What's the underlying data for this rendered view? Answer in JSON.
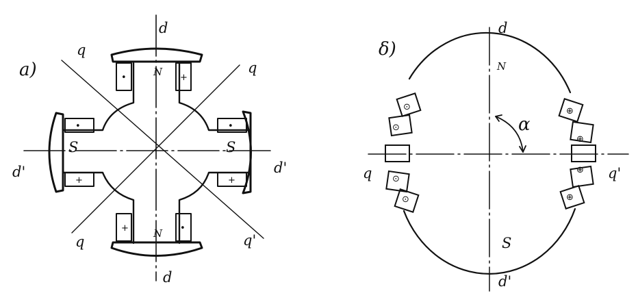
{
  "left": {
    "panel": "a)",
    "axis_d_top": "d",
    "axis_d_bottom": "d",
    "axis_d_left": "d'",
    "axis_d_right": "d'",
    "axis_q_upper_left": "q",
    "axis_q_upper_right": "q",
    "axis_q_lower_left": "q",
    "axis_q_lower_right": "q'",
    "pole_top": "N",
    "pole_bottom": "N",
    "pole_left": "S",
    "pole_right": "S",
    "coil_marks": [
      "•",
      "+",
      "•",
      "+",
      "•",
      "+",
      "•",
      "+"
    ]
  },
  "right": {
    "panel": "δ)",
    "axis_d_top": "d",
    "axis_d_bottom": "d'",
    "axis_q_left": "q",
    "axis_q_right": "q'",
    "pole_top": "N",
    "pole_bottom": "S",
    "angle": "α",
    "slot_marks": [
      "⊙",
      "⊙",
      "⊙",
      "⊙",
      "⊕",
      "⊕",
      "⊕",
      "⊕"
    ]
  }
}
